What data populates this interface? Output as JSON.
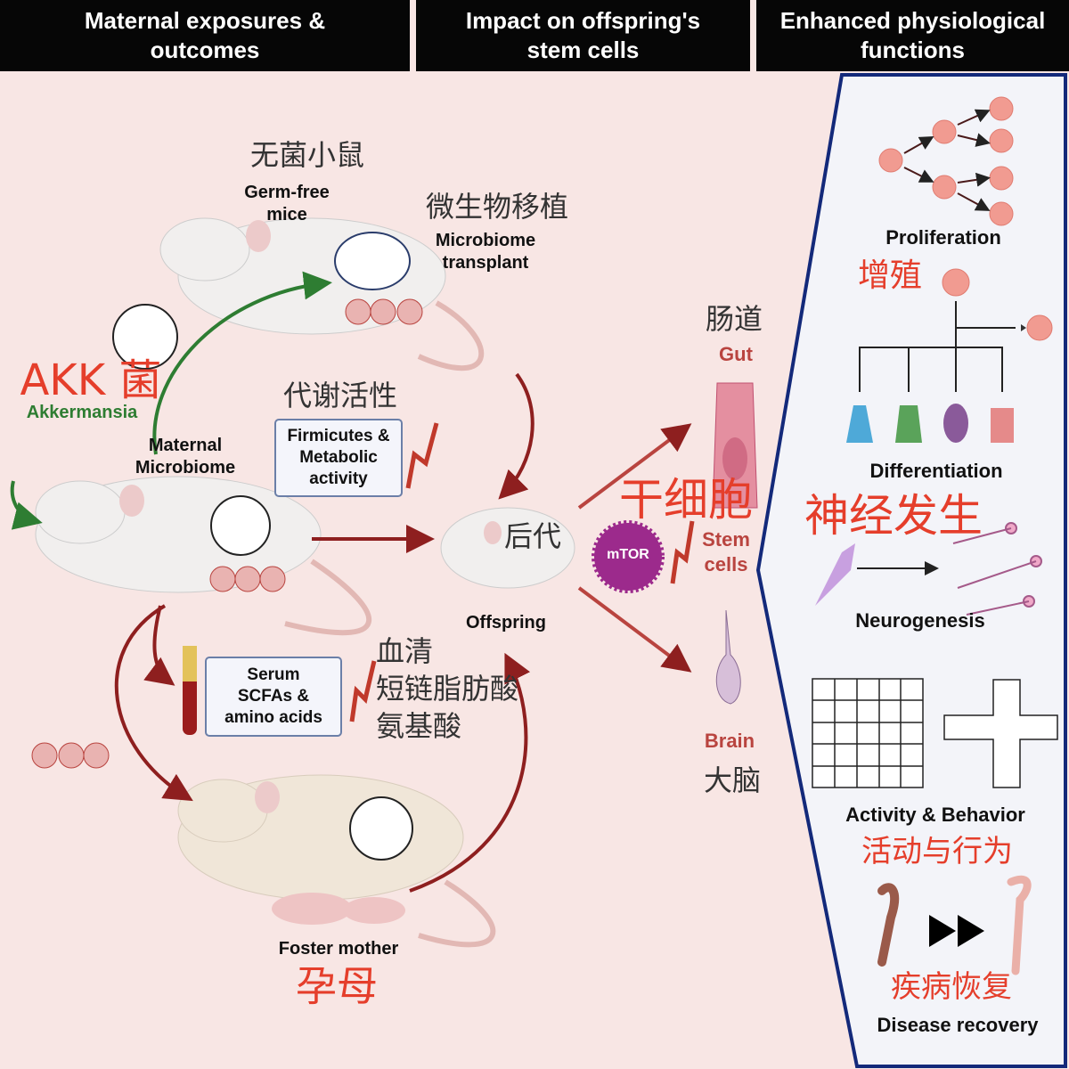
{
  "headers": [
    "Maternal exposures & outcomes",
    "Impact on offspring's stem cells",
    "Enhanced physiological functions"
  ],
  "colors": {
    "header_bg": "#060606",
    "left_bg": "#f8e6e4",
    "right_panel_bg": "#f3f4f9",
    "panel_border": "#13297a",
    "red_text": "#e53e2b",
    "dark_red_label": "#b9443f",
    "arrow": "#8e1f1f",
    "akk_green": "#2e7d32",
    "mtor": "#9c2a8c"
  },
  "left": {
    "germ_free_cn": "无菌小鼠",
    "germ_free": "Germ-free mice",
    "transplant_cn": "微生物移植",
    "transplant": "Microbiome transplant",
    "akk_cn": "AKK 菌",
    "akk": "Akkermansia",
    "maternal_microbiome": "Maternal Microbiome",
    "metabolic_cn": "代谢活性",
    "firmicutes_box": "Firmicutes & Metabolic activity",
    "serum_box": "Serum SCFAs & amino acids",
    "serum_cn_1": "血清",
    "serum_cn_2": "短链脂肪酸",
    "serum_cn_3": "氨基酸",
    "foster": "Foster mother",
    "foster_cn": "孕母"
  },
  "middle": {
    "offspring_cn": "后代",
    "offspring": "Offspring",
    "mtor": "mTOR",
    "gut_cn": "肠道",
    "gut": "Gut",
    "stem_cn": "干细胞",
    "stem": "Stem cells",
    "brain": "Brain",
    "brain_cn": "大脑"
  },
  "right": {
    "proliferation": "Proliferation",
    "proliferation_cn": "增殖",
    "differentiation": "Differentiation",
    "neurogenesis_cn": "神经发生",
    "neurogenesis": "Neurogenesis",
    "activity": "Activity & Behavior",
    "activity_cn": "活动与行为",
    "disease_cn": "疾病恢复",
    "disease": "Disease recovery"
  }
}
